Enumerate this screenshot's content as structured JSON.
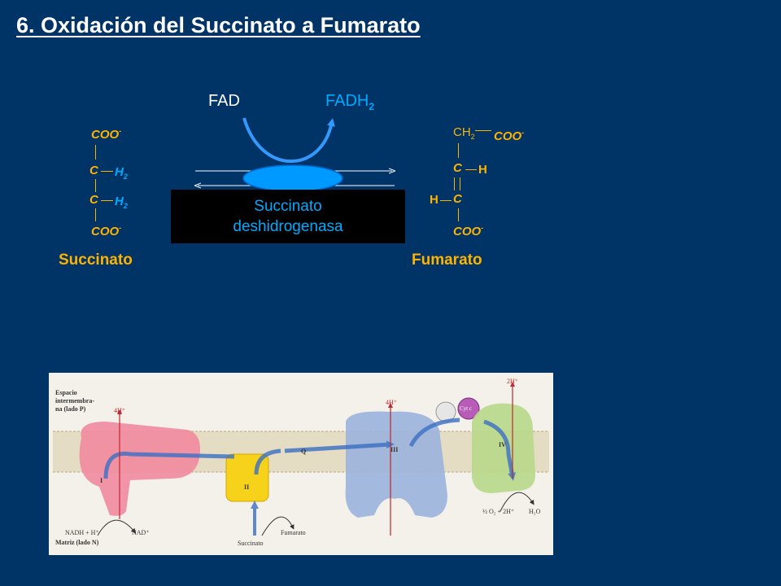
{
  "title": "6. Oxidación del Succinato a Fumarato",
  "reaction": {
    "fad": "FAD",
    "fadh2_base": "FADH",
    "fadh2_sub": "2",
    "enzyme_line1": "Succinato",
    "enzyme_line2": "deshidrogenasa"
  },
  "succinate": {
    "coo_top": "COO",
    "c1": "C",
    "h2_1": "H",
    "c2": "C",
    "h2_2": "H",
    "coo_bottom": "COO",
    "charge": "-",
    "sub2": "2",
    "name": "Succinato"
  },
  "fumarate": {
    "ch2": "CH",
    "ch2_sub": "2",
    "coo_top": "COO",
    "c1": "C",
    "h1": "H",
    "h2": "H",
    "c2": "C",
    "coo_bottom": "COO",
    "charge": "-",
    "name": "Fumarato"
  },
  "figure": {
    "space_label_1": "Espacio",
    "space_label_2": "intermembra-",
    "space_label_3": "na (lado P)",
    "matrix_label": "Matriz (lado N)",
    "proton_4h_1": "4H⁺",
    "proton_4h_2": "4H⁺",
    "proton_2h": "2H⁺",
    "complex_1": "I",
    "complex_2": "II",
    "complex_3": "III",
    "complex_4": "IV",
    "q_label": "Q",
    "cytc": "Cyt c",
    "nadh": "NADH + H⁺",
    "nad": "NAD⁺",
    "succinato": "Succinato",
    "fumarato": "Fumarato",
    "o2": "½ O₂ + 2H⁺",
    "h2o": "H₂O"
  },
  "colors": {
    "background": "#003366",
    "title": "#ffffff",
    "molecule": "#ffb300",
    "accent": "#00aaff",
    "enzyme_box": "#000000"
  }
}
